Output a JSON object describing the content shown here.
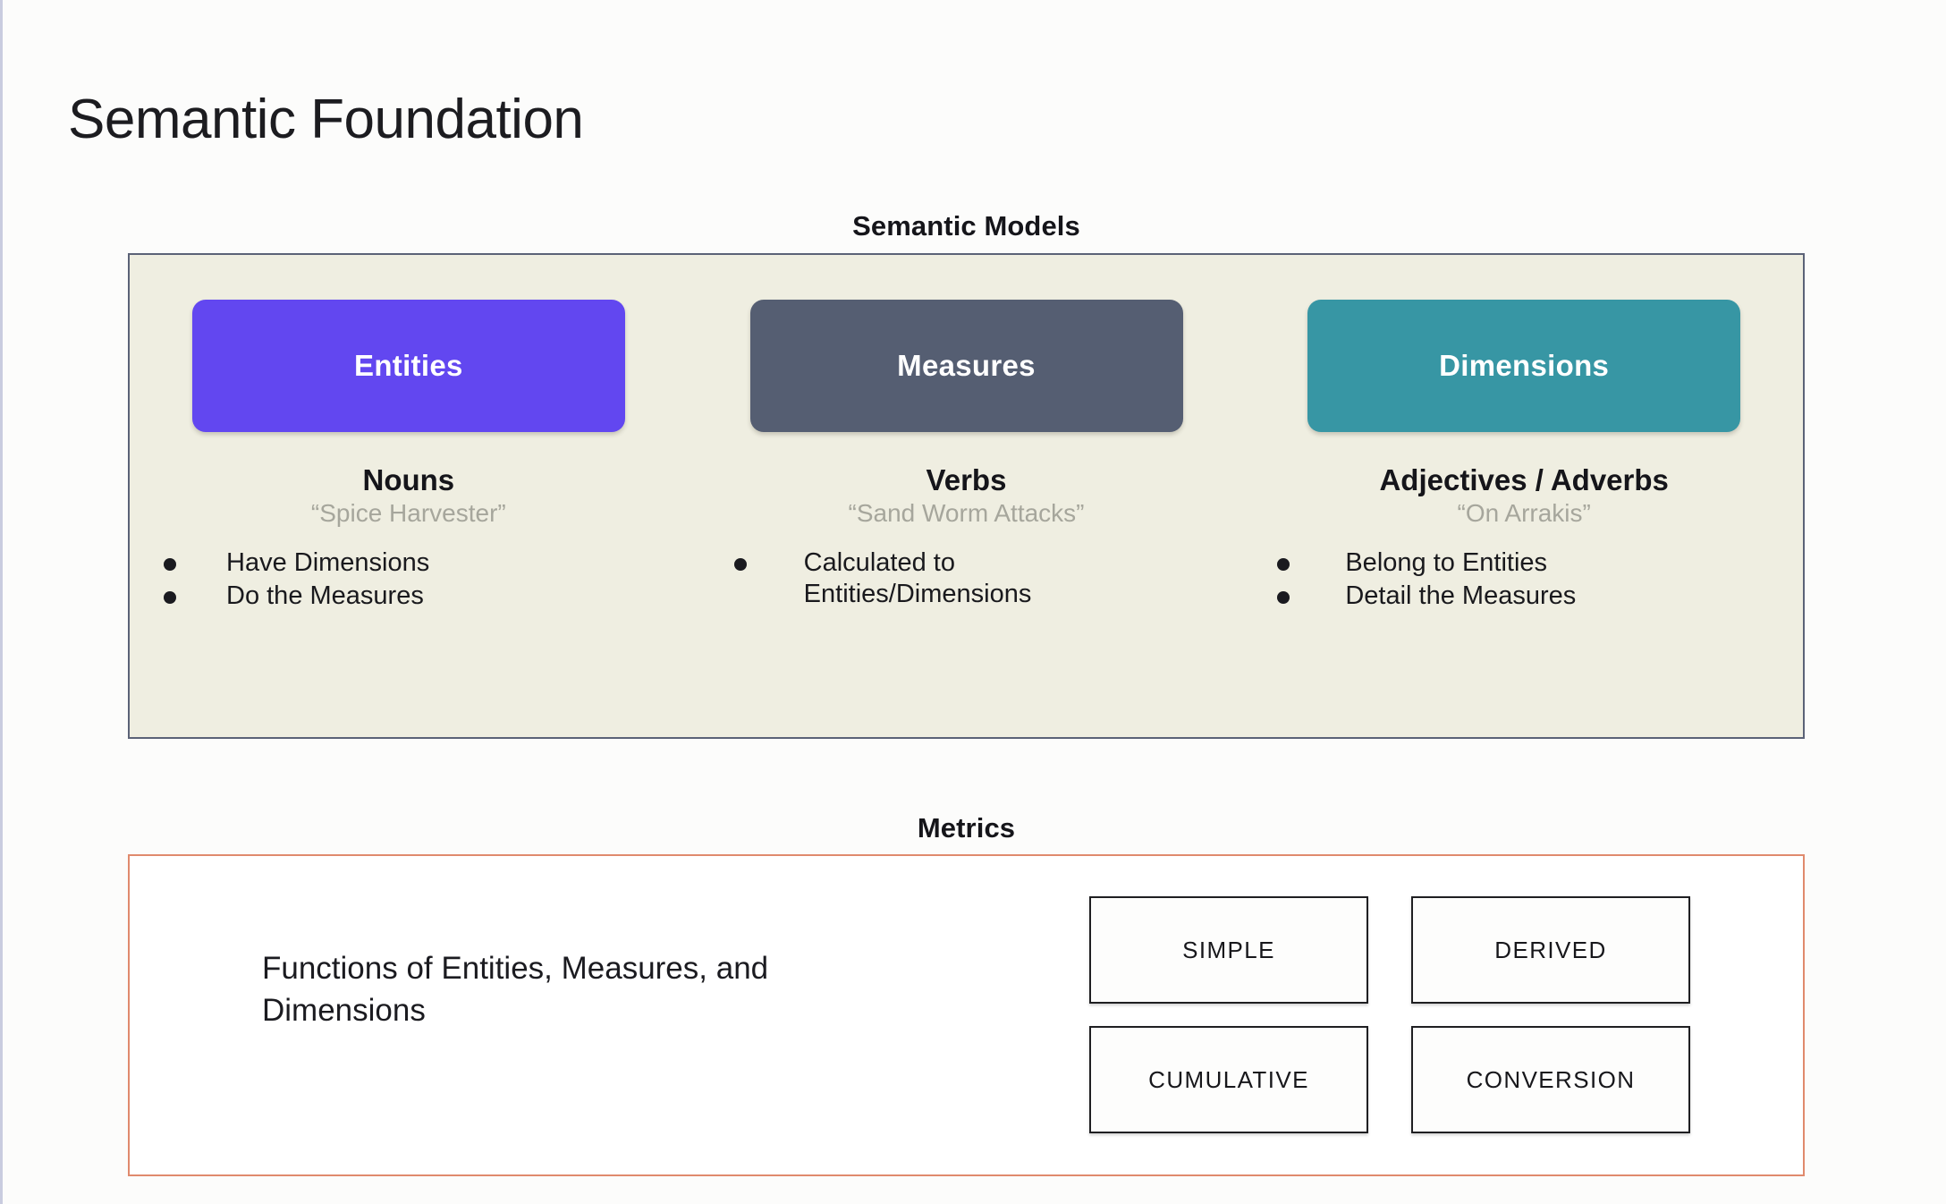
{
  "page": {
    "title": "Semantic Foundation"
  },
  "semantic_models": {
    "heading": "Semantic Models",
    "columns": [
      {
        "chip_label": "Entities",
        "chip_color": "#6247f0",
        "part_of_speech": "Nouns",
        "example": "“Spice Harvester”",
        "bullets": [
          "Have Dimensions",
          "Do the Measures"
        ]
      },
      {
        "chip_label": "Measures",
        "chip_color": "#555e72",
        "part_of_speech": "Verbs",
        "example": "“Sand Worm Attacks”",
        "bullets": [
          "Calculated to Entities/Dimensions"
        ]
      },
      {
        "chip_label": "Dimensions",
        "chip_color": "#3796a4",
        "part_of_speech": "Adjectives / Adverbs",
        "example": "“On Arrakis”",
        "bullets": [
          "Belong to Entities",
          "Detail the Measures"
        ]
      }
    ]
  },
  "metrics": {
    "heading": "Metrics",
    "description": "Functions of Entities, Measures, and Dimensions",
    "border_color": "#e08a6d",
    "types": [
      "SIMPLE",
      "DERIVED",
      "CUMULATIVE",
      "CONVERSION"
    ]
  },
  "colors": {
    "background": "#fcfcfb",
    "panel_background": "#efeee1",
    "panel_border": "#5b6277",
    "example_text": "#a6a69c"
  }
}
